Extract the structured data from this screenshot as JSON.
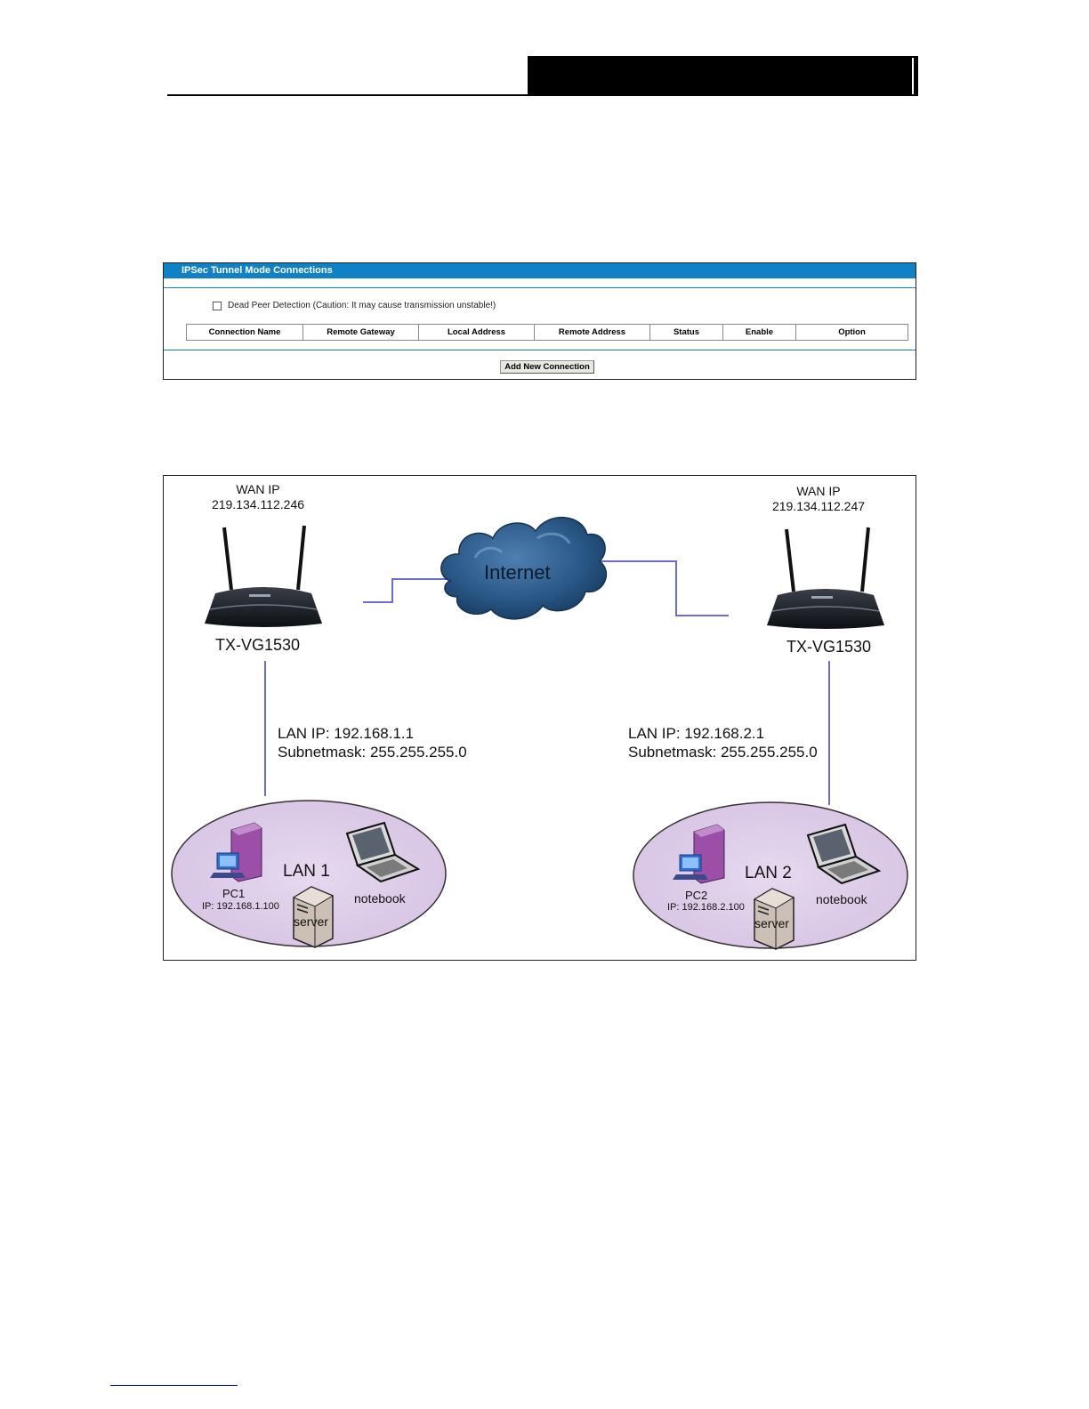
{
  "panel": {
    "title": "IPSec Tunnel Mode Connections",
    "dpd_label": "Dead Peer Detection (Caution: It may cause transmission unstable!)",
    "columns": [
      "Connection Name",
      "Remote Gateway",
      "Local Address",
      "Remote Address",
      "Status",
      "Enable",
      "Option"
    ],
    "add_button": "Add New Connection"
  },
  "diagram": {
    "internet_label": "Internet",
    "site1": {
      "wan_label": "WAN IP",
      "wan_ip": "219.134.112.246",
      "router_model": "TX-VG1530",
      "lan_ip": "LAN IP: 192.168.1.1",
      "subnet": "Subnetmask: 255.255.255.0",
      "lan_name": "LAN 1",
      "pc_name": "PC1",
      "pc_ip": "IP: 192.168.1.100",
      "server_label": "server",
      "notebook_label": "notebook"
    },
    "site2": {
      "wan_label": "WAN IP",
      "wan_ip": "219.134.112.247",
      "router_model": "TX-VG1530",
      "lan_ip": "LAN IP: 192.168.2.1",
      "subnet": "Subnetmask: 255.255.255.0",
      "lan_name": "LAN 2",
      "pc_name": "PC2",
      "pc_ip": "IP: 192.168.2.100",
      "server_label": "server",
      "notebook_label": "notebook"
    }
  }
}
